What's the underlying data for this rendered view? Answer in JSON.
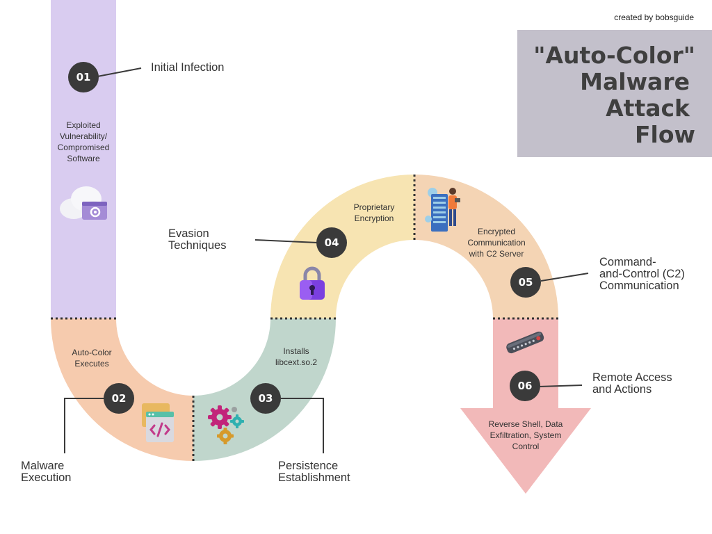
{
  "credit": "created by bobsguide",
  "title_lines": [
    "\"Auto-Color\"",
    "Malware",
    "Attack",
    "Flow"
  ],
  "steps": [
    {
      "number": "01",
      "label": "Initial Infection",
      "description": "Exploited\nVulnerability/\nCompromised\nSoftware",
      "icon": "cloud-settings-icon"
    },
    {
      "number": "02",
      "label": "Malware\nExecution",
      "description": "Auto-Color\nExecutes",
      "icon": "code-window-icon"
    },
    {
      "number": "03",
      "label": "Persistence\nEstablishment",
      "description": "Installs\nlibcext.so.2",
      "icon": "gears-icon"
    },
    {
      "number": "04",
      "label": "Evasion\nTechniques",
      "description": "Proprietary\nEncryption",
      "icon": "padlock-icon"
    },
    {
      "number": "05",
      "label": "Command-\nand-Control (C2)\nCommunication",
      "description": "Encrypted\nCommunication\nwith C2 Server",
      "icon": "server-person-icon"
    },
    {
      "number": "06",
      "label": "Remote Access\nand Actions",
      "description": "Reverse Shell, Data\nExfiltration, System\nControl",
      "icon": "remote-control-icon"
    }
  ],
  "colors": {
    "stage1": "#d9ccf0",
    "stage2": "#f6cbae",
    "stage3": "#c0d6cc",
    "stage4": "#f7e4b2",
    "stage5": "#f4d4b4",
    "stage6": "#f2b9b9",
    "badge": "#3a3a3a",
    "title_box": "#c3c0cb"
  }
}
